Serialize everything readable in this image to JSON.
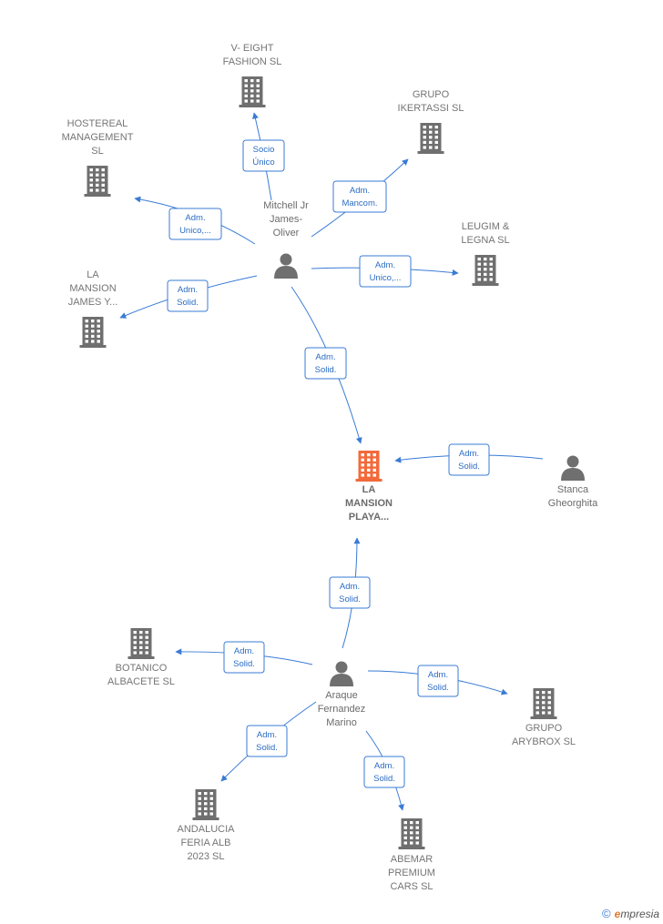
{
  "colors": {
    "edge": "#3a7bd5",
    "company": "#6f6f6f",
    "focus_company": "#f26a3b",
    "person": "#6f6f6f"
  },
  "nodes": [
    {
      "id": "focus",
      "type": "company",
      "focus": true,
      "icon": "building-icon",
      "label": [
        "LA",
        "MANSION",
        "PLAYA..."
      ]
    },
    {
      "id": "mitchell",
      "type": "person",
      "icon": "person-icon",
      "label": [
        "Mitchell Jr",
        "James-",
        "Oliver"
      ]
    },
    {
      "id": "stanca",
      "type": "person",
      "icon": "person-icon",
      "label": [
        "Stanca",
        "Gheorghita"
      ]
    },
    {
      "id": "araque",
      "type": "person",
      "icon": "person-icon",
      "label": [
        "Araque",
        "Fernandez",
        "Marino"
      ]
    },
    {
      "id": "veight",
      "type": "company",
      "icon": "building-icon",
      "label": [
        "V- EIGHT",
        "FASHION  SL"
      ]
    },
    {
      "id": "ikertassi",
      "type": "company",
      "icon": "building-icon",
      "label": [
        "GRUPO",
        "IKERTASSI  SL"
      ]
    },
    {
      "id": "hostereal",
      "type": "company",
      "icon": "building-icon",
      "label": [
        "HOSTEREAL",
        "MANAGEMENT",
        "SL"
      ]
    },
    {
      "id": "leugim",
      "type": "company",
      "icon": "building-icon",
      "label": [
        "LEUGIM &",
        "LEGNA SL"
      ]
    },
    {
      "id": "lamansionjames",
      "type": "company",
      "icon": "building-icon",
      "label": [
        "LA",
        "MANSION",
        "JAMES Y..."
      ]
    },
    {
      "id": "botanico",
      "type": "company",
      "icon": "building-icon",
      "label": [
        "BOTANICO",
        "ALBACETE  SL"
      ]
    },
    {
      "id": "arybrox",
      "type": "company",
      "icon": "building-icon",
      "label": [
        "GRUPO",
        "ARYBROX  SL"
      ]
    },
    {
      "id": "andalucia",
      "type": "company",
      "icon": "building-icon",
      "label": [
        "ANDALUCIA",
        "FERIA ALB",
        "2023  SL"
      ]
    },
    {
      "id": "abemar",
      "type": "company",
      "icon": "building-icon",
      "label": [
        "ABEMAR",
        "PREMIUM",
        "CARS  SL"
      ]
    }
  ],
  "edges": [
    {
      "from": "mitchell",
      "to": "veight",
      "label": [
        "Socio",
        "Único"
      ]
    },
    {
      "from": "mitchell",
      "to": "ikertassi",
      "label": [
        "Adm.",
        "Mancom."
      ]
    },
    {
      "from": "mitchell",
      "to": "hostereal",
      "label": [
        "Adm.",
        "Unico,..."
      ]
    },
    {
      "from": "mitchell",
      "to": "leugim",
      "label": [
        "Adm.",
        "Unico,..."
      ]
    },
    {
      "from": "mitchell",
      "to": "lamansionjames",
      "label": [
        "Adm.",
        "Solid."
      ]
    },
    {
      "from": "mitchell",
      "to": "focus",
      "label": [
        "Adm.",
        "Solid."
      ]
    },
    {
      "from": "stanca",
      "to": "focus",
      "label": [
        "Adm.",
        "Solid."
      ]
    },
    {
      "from": "araque",
      "to": "focus",
      "label": [
        "Adm.",
        "Solid."
      ]
    },
    {
      "from": "araque",
      "to": "botanico",
      "label": [
        "Adm.",
        "Solid."
      ]
    },
    {
      "from": "araque",
      "to": "arybrox",
      "label": [
        "Adm.",
        "Solid."
      ]
    },
    {
      "from": "araque",
      "to": "andalucia",
      "label": [
        "Adm.",
        "Solid."
      ]
    },
    {
      "from": "araque",
      "to": "abemar",
      "label": [
        "Adm.",
        "Solid."
      ]
    }
  ],
  "footer": {
    "copyright": "©",
    "brand_first": "e",
    "brand_rest": "mpresia"
  }
}
